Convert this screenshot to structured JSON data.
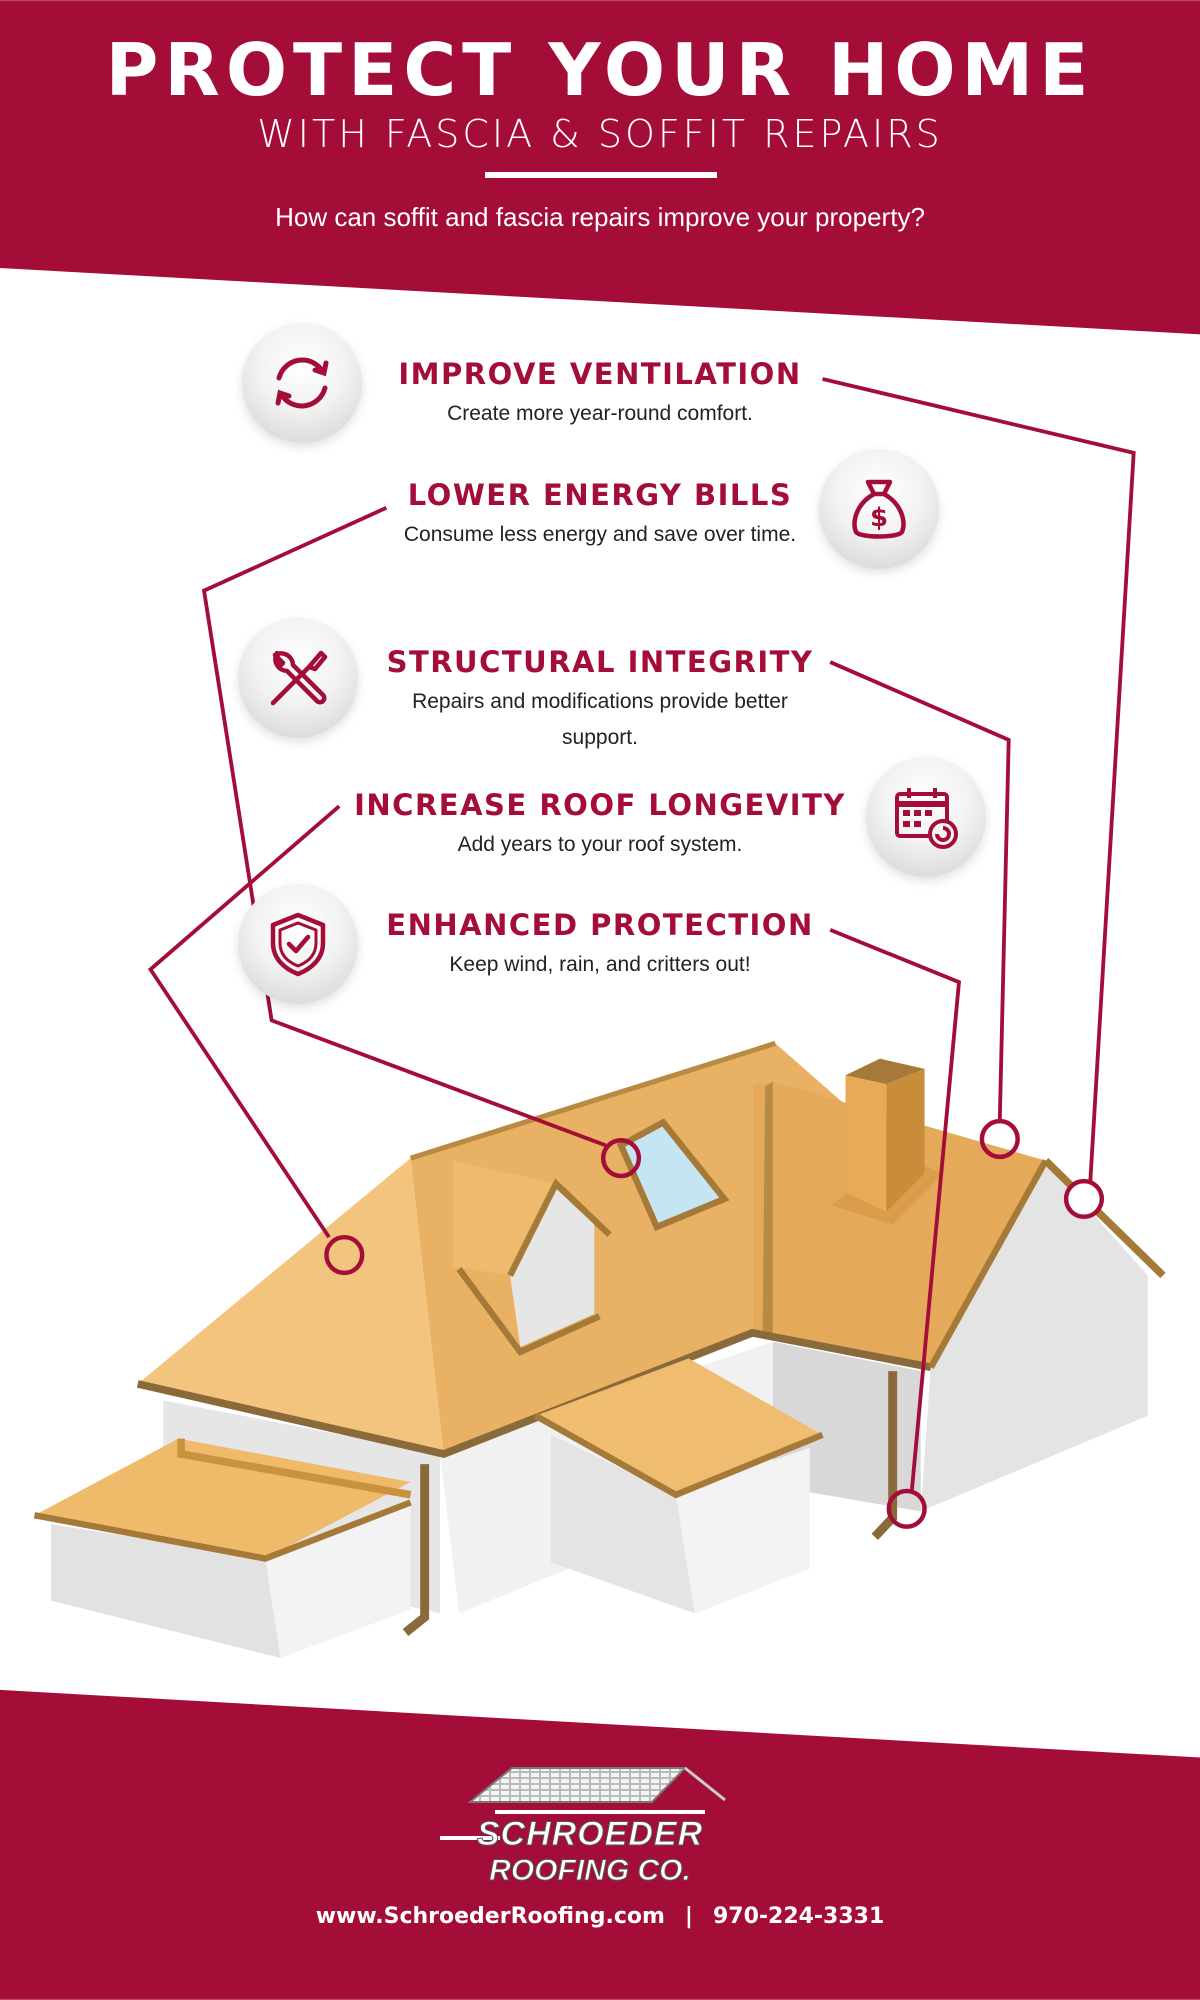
{
  "header": {
    "title": "PROTECT YOUR HOME",
    "subtitle": "WITH FASCIA & SOFFIT REPAIRS",
    "question": "How can soffit and fascia repairs improve your property?"
  },
  "benefits": [
    {
      "title": "IMPROVE VENTILATION",
      "description": "Create more year-round comfort.",
      "icon": "refresh-arrows-icon"
    },
    {
      "title": "LOWER ENERGY BILLS",
      "description": "Consume less energy and save over time.",
      "icon": "money-bag-icon"
    },
    {
      "title": "STRUCTURAL INTEGRITY",
      "description": "Repairs and modifications provide better support.",
      "icon": "wrench-screwdriver-icon"
    },
    {
      "title": "INCREASE ROOF LONGEVITY",
      "description": "Add years to your roof system.",
      "icon": "calendar-icon"
    },
    {
      "title": "ENHANCED PROTECTION",
      "description": "Keep wind, rain, and critters out!",
      "icon": "shield-check-icon"
    }
  ],
  "footer": {
    "logo_text": "SCHROEDER ROOFING CO.",
    "website": "www.SchroederRoofing.com",
    "separator": "|",
    "phone": "970-224-3331"
  },
  "colors": {
    "brand": "#a30d37",
    "roof": "#e8b060",
    "wall": "#e2e2e2",
    "gutter": "#8a6a3a"
  }
}
